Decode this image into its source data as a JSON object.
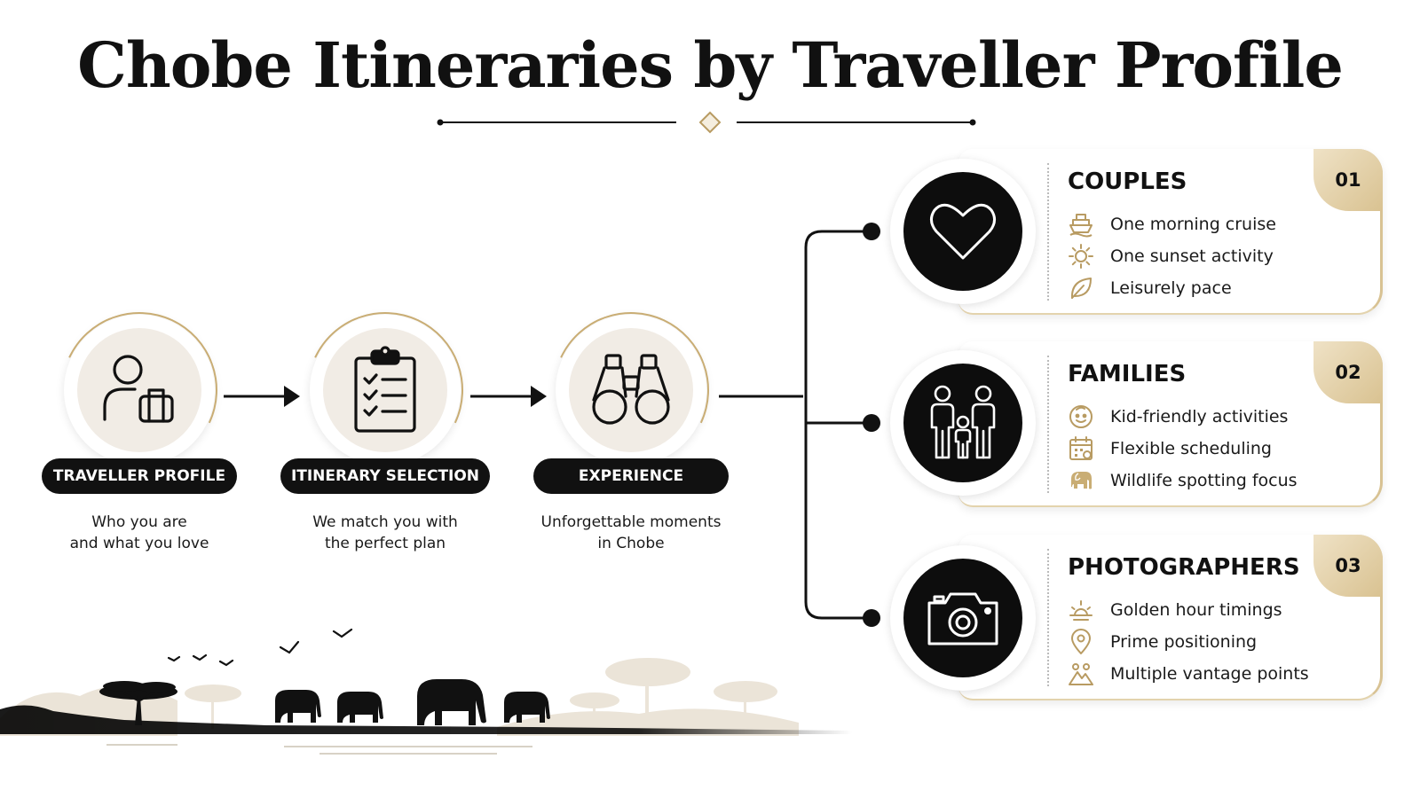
{
  "title": "Chobe Itineraries by Traveller Profile",
  "steps": [
    {
      "label": "TRAVELLER PROFILE",
      "desc": [
        "Who you are",
        "and what you love"
      ],
      "icon": "person-luggage-icon"
    },
    {
      "label": "ITINERARY SELECTION",
      "desc": [
        "We match you with",
        "the perfect plan"
      ],
      "icon": "clipboard-checklist-icon"
    },
    {
      "label": "EXPERIENCE",
      "desc": [
        "Unforgettable moments",
        "in Chobe"
      ],
      "icon": "binoculars-icon"
    }
  ],
  "profiles": [
    {
      "number": "01",
      "title": "COUPLES",
      "icon": "heart-icon",
      "items": [
        {
          "icon": "boat-icon",
          "text": "One morning cruise"
        },
        {
          "icon": "sun-icon",
          "text": "One sunset activity"
        },
        {
          "icon": "leaf-icon",
          "text": "Leisurely pace"
        }
      ]
    },
    {
      "number": "02",
      "title": "FAMILIES",
      "icon": "family-icon",
      "items": [
        {
          "icon": "smiley-face-icon",
          "text": "Kid-friendly activities"
        },
        {
          "icon": "calendar-icon",
          "text": "Flexible scheduling"
        },
        {
          "icon": "elephant-icon",
          "text": "Wildlife spotting focus"
        }
      ]
    },
    {
      "number": "03",
      "title": "PHOTOGRAPHERS",
      "icon": "camera-icon",
      "items": [
        {
          "icon": "sunrise-icon",
          "text": "Golden hour timings"
        },
        {
          "icon": "location-pin-icon",
          "text": "Prime positioning"
        },
        {
          "icon": "mountains-icon",
          "text": "Multiple vantage points"
        }
      ]
    }
  ],
  "colors": {
    "accent": "#c9ad74",
    "dark": "#111111",
    "light": "#f1ece5"
  }
}
